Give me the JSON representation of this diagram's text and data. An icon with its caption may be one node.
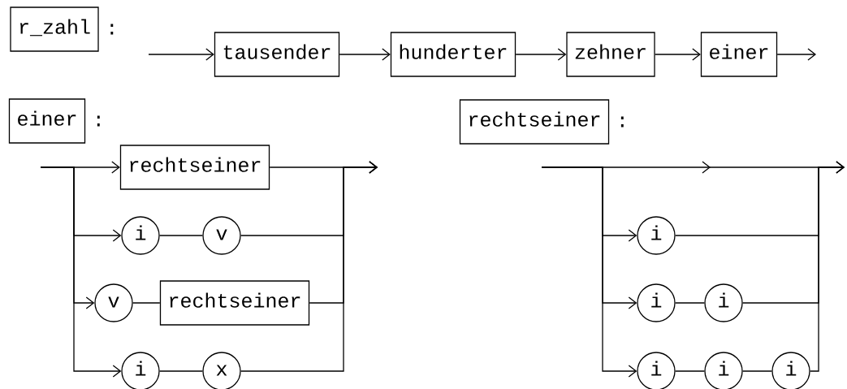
{
  "diagram": {
    "nodes": [
      {
        "text": [
          "r_zahl"
        ],
        "beside": [
          ":"
        ]
      },
      {
        "text": [
          "tausender"
        ]
      },
      {
        "text": [
          "hunderter"
        ]
      },
      {
        "text": [
          "zehner"
        ]
      },
      {
        "text": [
          "einer"
        ]
      },
      {
        "text": [
          "einer"
        ],
        "beside": [
          ":"
        ]
      },
      {
        "text": [
          "rechtseiner"
        ]
      },
      {
        "text": [
          "i"
        ]
      },
      {
        "text": [
          "v"
        ]
      },
      {
        "text": [
          "v"
        ]
      },
      {
        "text": [
          "rechtseiner"
        ]
      },
      {
        "text": [
          "i"
        ]
      },
      {
        "text": [
          "x"
        ]
      },
      {
        "text": [
          "rechtseiner"
        ],
        "beside": [
          ":"
        ]
      },
      {
        "text": [
          "i"
        ]
      },
      {
        "text": [
          "i"
        ]
      },
      {
        "text": [
          "i"
        ]
      },
      {
        "text": [
          "i"
        ]
      },
      {
        "text": [
          "i"
        ]
      },
      {
        "text": [
          "i"
        ]
      }
    ],
    "edges": [
      {
        "from": null,
        "to": 1,
        "arrow": "to"
      },
      {
        "from": 1,
        "to": 2,
        "arrow": "to"
      },
      {
        "from": 2,
        "to": 3,
        "arrow": "to"
      },
      {
        "from": 3,
        "to": 4,
        "arrow": "to"
      },
      {
        "from": 4,
        "to": null,
        "arrow": "to"
      },
      {
        "from": null,
        "to": 6,
        "arrow": "to"
      },
      {
        "from": null,
        "to": 7,
        "arrow": "to"
      },
      {
        "from": null,
        "to": 9,
        "arrow": "to"
      },
      {
        "from": null,
        "to": 11,
        "arrow": "to"
      },
      {
        "from": 7,
        "to": 8,
        "arrow": "none"
      },
      {
        "from": 9,
        "to": 10,
        "arrow": "none"
      },
      {
        "from": 11,
        "to": 12,
        "arrow": "none"
      },
      {
        "from": 6,
        "to": null,
        "arrow": "to"
      },
      {
        "from": 8,
        "to": null,
        "arrow": "to"
      },
      {
        "from": 10,
        "to": null,
        "arrow": "to"
      },
      {
        "from": 12,
        "to": null,
        "arrow": "to"
      },
      {
        "from": null,
        "to": 14,
        "arrow": "to"
      },
      {
        "from": null,
        "to": 15,
        "arrow": "to"
      },
      {
        "from": null,
        "to": 17,
        "arrow": "to"
      },
      {
        "from": 14,
        "to": null,
        "arrow": "to"
      },
      {
        "from": 15,
        "to": 16,
        "arrow": "none"
      },
      {
        "from": 16,
        "to": null,
        "arrow": "to"
      },
      {
        "from": 17,
        "to": 18,
        "arrow": "none"
      },
      {
        "from": 18,
        "to": 19,
        "arrow": "none"
      },
      {
        "from": 19,
        "to": null,
        "arrow": "to"
      }
    ]
  }
}
